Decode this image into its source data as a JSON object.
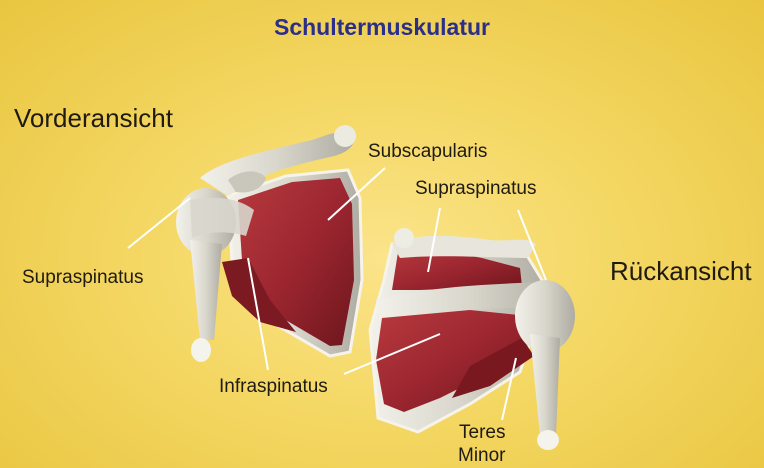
{
  "title": "Schultermuskulatur",
  "views": {
    "front": "Vorderansicht",
    "back": "Rückansicht"
  },
  "labels": {
    "subscapularis": "Subscapularis",
    "supraspinatus_back": "Supraspinatus",
    "supraspinatus_front": "Supraspinatus",
    "infraspinatus": "Infraspinatus",
    "teres_minor_1": "Teres",
    "teres_minor_2": "Minor"
  },
  "colors": {
    "background": "#f4d763",
    "title": "#2b2f8a",
    "muscle": "#9c2630",
    "bone": "#d9d7cc",
    "leader_line": "#ffffff"
  }
}
